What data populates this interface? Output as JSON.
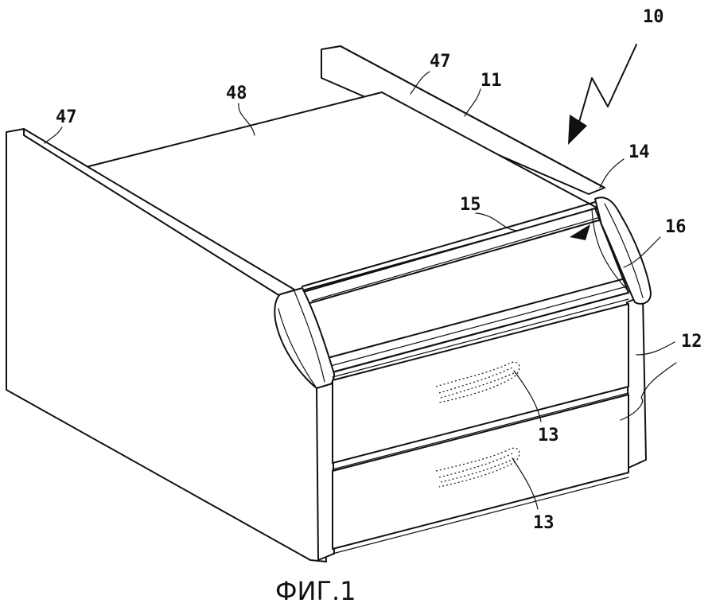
{
  "figure": {
    "caption": "ФИГ.1",
    "callouts": {
      "device": "10",
      "rear_rail": "11",
      "drawer": "12",
      "handle_upper": "13",
      "handle_lower": "13",
      "corner": "14",
      "flap": "15",
      "flap_edge": "16",
      "side_left": "47",
      "side_right": "47",
      "top": "48"
    }
  }
}
